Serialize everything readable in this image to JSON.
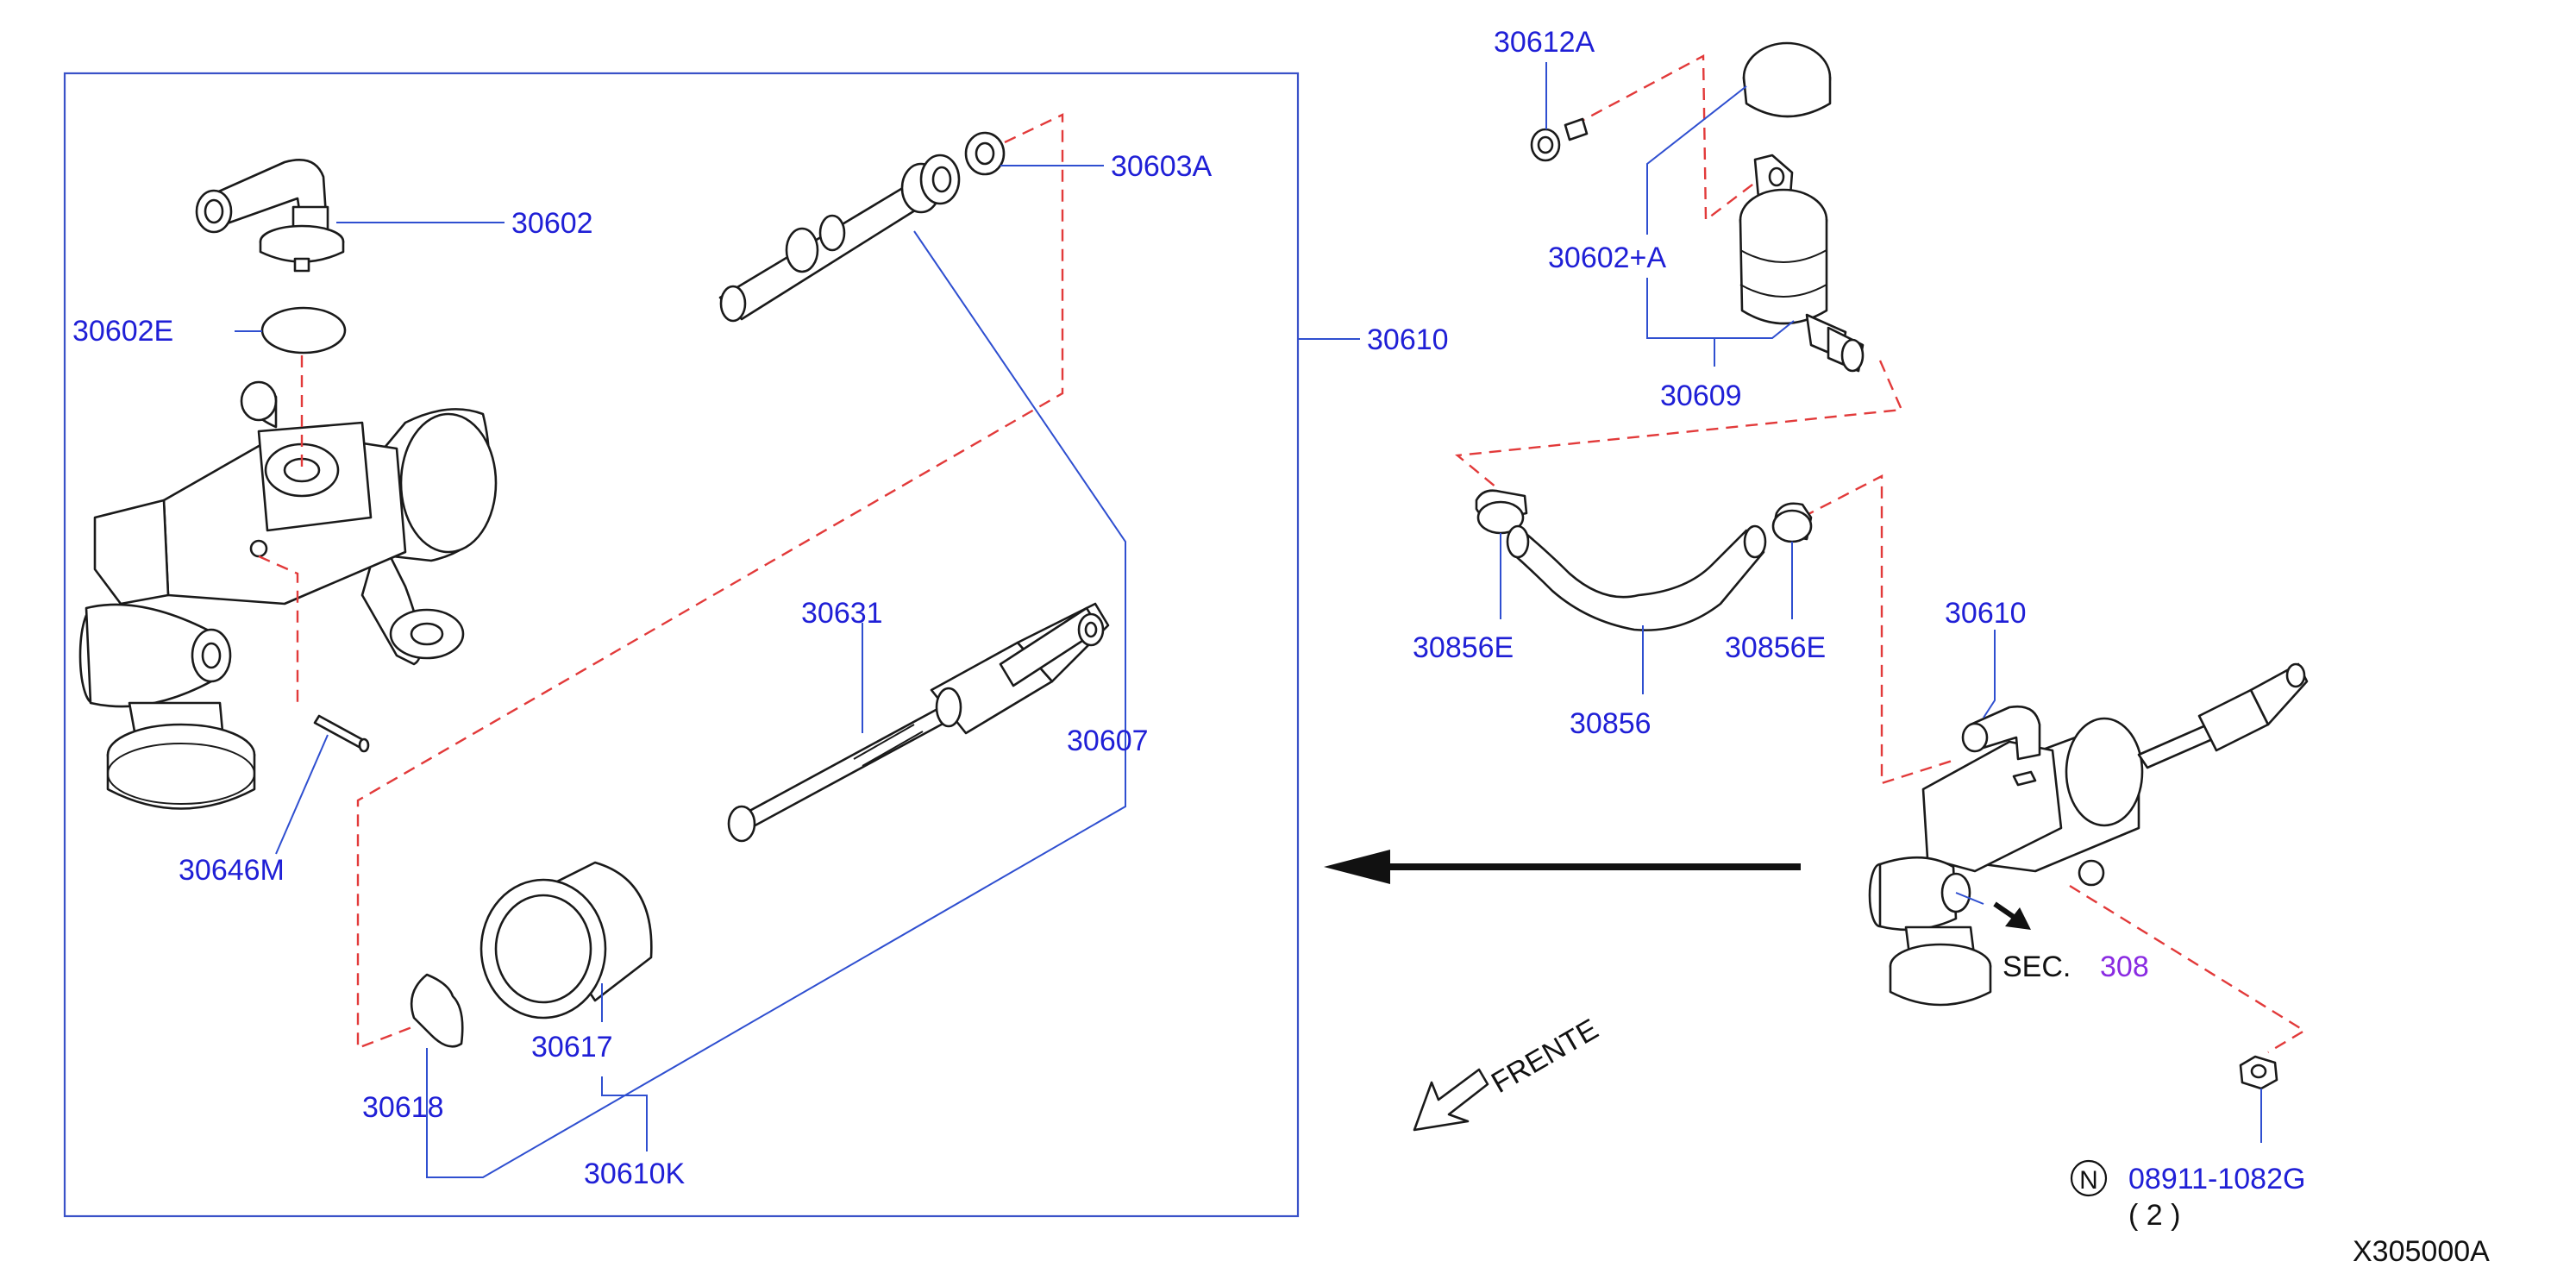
{
  "labels": {
    "p30602": "30602",
    "p30602E": "30602E",
    "p30603A": "30603A",
    "p30610_box": "30610",
    "p30646M": "30646M",
    "p30631": "30631",
    "p30607": "30607",
    "p30617": "30617",
    "p30618": "30618",
    "p30610K": "30610K",
    "p30612A": "30612A",
    "p30602A": "30602+A",
    "p30609": "30609",
    "p30856E_left": "30856E",
    "p30856E_right": "30856E",
    "p30856": "30856",
    "p30610_assembly": "30610",
    "sec_prefix": "SEC.",
    "sec_number": "308",
    "nut_symbol": "N",
    "nut_part": "08911-1082G",
    "nut_qty": "( 2 )",
    "direction": "FRENTE",
    "diagram_code": "X305000A"
  },
  "colors": {
    "label_text": "#1f1fd6",
    "leader_line": "#2f4fd0",
    "dashed_line": "#e23a3a",
    "section_ref": "#8a2be2",
    "part_outline": "#1a1a1a"
  },
  "icons": {
    "arrow": "left-arrow-icon",
    "frente": "front-direction-arrow-icon",
    "nut_badge": "circled-n-icon"
  }
}
